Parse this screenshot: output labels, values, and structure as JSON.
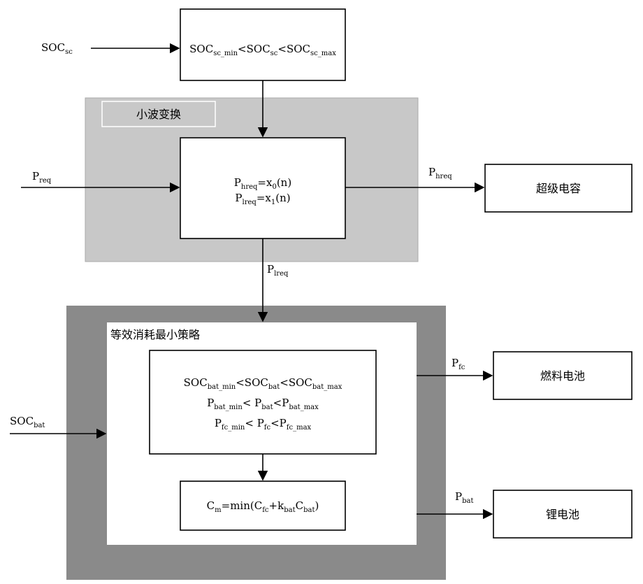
{
  "wavelet": {
    "title": "小波变换"
  },
  "ecms": {
    "title": "等效消耗最小策略"
  },
  "soc_sc": {
    "base": "SOC",
    "sub": "sc"
  },
  "soc_sc_constraint": {
    "parts": [
      {
        "t": "SOC"
      },
      {
        "t": "sc_min",
        "sub": true
      },
      {
        "t": "<SOC"
      },
      {
        "t": "sc",
        "sub": true
      },
      {
        "t": "<SOC"
      },
      {
        "t": "sc_max",
        "sub": true
      }
    ]
  },
  "p_req": {
    "base": "P",
    "sub": "req"
  },
  "split_box": {
    "line1": [
      {
        "t": "P"
      },
      {
        "t": "hreq",
        "sub": true
      },
      {
        "t": "=x"
      },
      {
        "t": "0",
        "sub": true
      },
      {
        "t": "(n)"
      }
    ],
    "line2": [
      {
        "t": "P"
      },
      {
        "t": "lreq",
        "sub": true
      },
      {
        "t": "=x"
      },
      {
        "t": "1",
        "sub": true
      },
      {
        "t": "(n)"
      }
    ]
  },
  "p_hreq": {
    "base": "P",
    "sub": "hreq"
  },
  "supercap": {
    "label": "超级电容"
  },
  "p_lreq": {
    "base": "P",
    "sub": "lreq"
  },
  "constraints": {
    "line1": [
      {
        "t": "SOC"
      },
      {
        "t": "bat_min",
        "sub": true
      },
      {
        "t": "<SOC"
      },
      {
        "t": "bat",
        "sub": true
      },
      {
        "t": "<SOC"
      },
      {
        "t": "bat_max",
        "sub": true
      }
    ],
    "line2": [
      {
        "t": "P"
      },
      {
        "t": "bat_min",
        "sub": true
      },
      {
        "t": "< P"
      },
      {
        "t": "bat",
        "sub": true
      },
      {
        "t": "<P"
      },
      {
        "t": "bat_max",
        "sub": true
      }
    ],
    "line3": [
      {
        "t": "P"
      },
      {
        "t": "fc_min",
        "sub": true
      },
      {
        "t": "< P"
      },
      {
        "t": "fc",
        "sub": true
      },
      {
        "t": "<P"
      },
      {
        "t": "fc_max",
        "sub": true
      }
    ]
  },
  "cost_box": {
    "line1": [
      {
        "t": "C"
      },
      {
        "t": "m",
        "sub": true
      },
      {
        "t": "=min(C"
      },
      {
        "t": "fc",
        "sub": true
      },
      {
        "t": "+k"
      },
      {
        "t": "bat",
        "sub": true
      },
      {
        "t": "C"
      },
      {
        "t": "bat",
        "sub": true
      },
      {
        "t": ")"
      }
    ]
  },
  "soc_bat": {
    "base": "SOC",
    "sub": "bat"
  },
  "p_fc": {
    "base": "P",
    "sub": "fc"
  },
  "fuel_cell": {
    "label": "燃料电池"
  },
  "p_bat": {
    "base": "P",
    "sub": "bat"
  },
  "li_battery": {
    "label": "锂电池"
  },
  "colors": {
    "wavelet_bg": "#c8c8c8",
    "ecms_frame": "#8a8a8a",
    "line": "#000000"
  }
}
